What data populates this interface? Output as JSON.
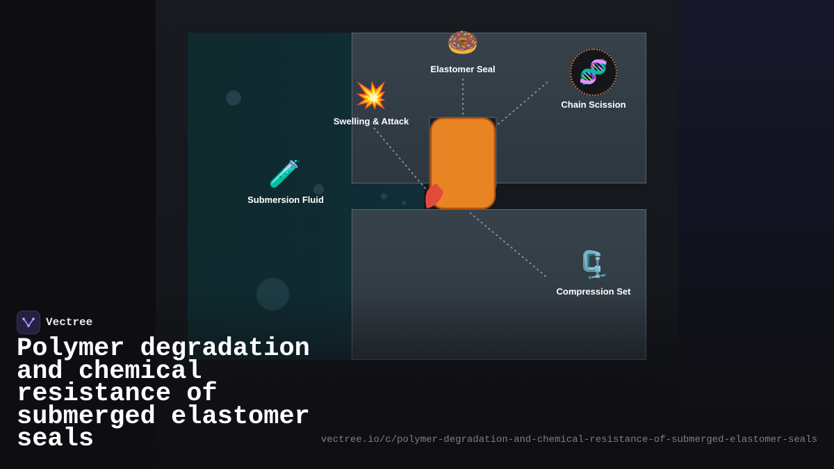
{
  "brand": {
    "name": "Vectree"
  },
  "title": "Polymer degradation and chemical resistance of submerged elastomer seals",
  "url": "vectree.io/c/polymer-degradation-and-chemical-resistance-of-submerged-elastomer-seals",
  "diagram": {
    "nodes": [
      {
        "id": "elastomer-seal",
        "label": "Elastomer Seal",
        "icon": "donut-icon",
        "glyph": "🍩"
      },
      {
        "id": "chain-scission",
        "label": "Chain Scission",
        "icon": "dna-icon",
        "glyph": "🧬"
      },
      {
        "id": "swelling-attack",
        "label": "Swelling & Attack",
        "icon": "collision-icon",
        "glyph": "💥"
      },
      {
        "id": "submersion-fluid",
        "label": "Submersion Fluid",
        "icon": "test-tube-icon",
        "glyph": "🧪"
      },
      {
        "id": "compression-set",
        "label": "Compression Set",
        "icon": "clamp-icon",
        "glyph": "🗜️"
      }
    ],
    "colors": {
      "seal": "#e88424",
      "seal_outline": "#b3520f",
      "attack_wedge": "#e24b3b",
      "connector": "#9aa5ae",
      "badge_ring": "#c27a3a"
    }
  }
}
